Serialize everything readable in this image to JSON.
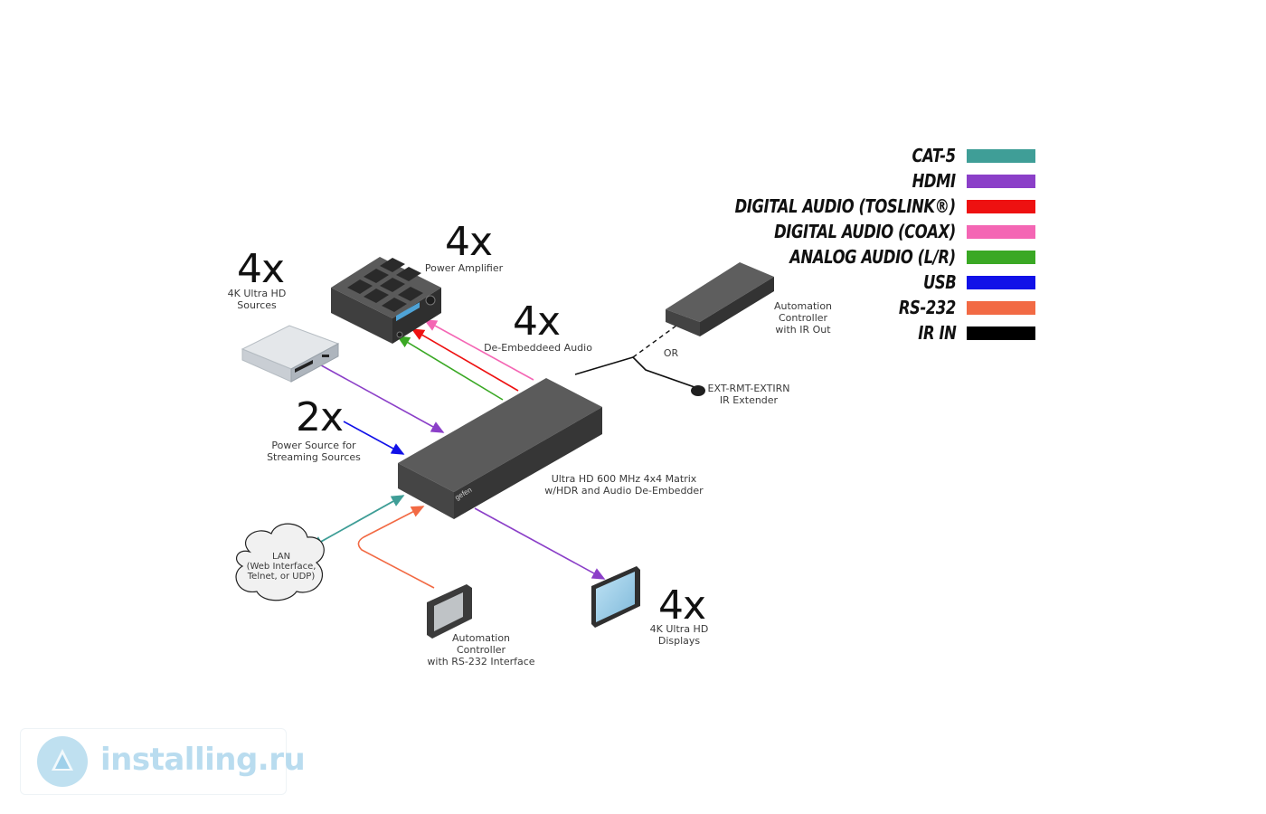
{
  "legend": {
    "items": [
      {
        "label": "CAT-5",
        "color": "#3f9e97"
      },
      {
        "label": "HDMI",
        "color": "#8b3fc8"
      },
      {
        "label": "DIGITAL AUDIO (TOSLINK®)",
        "color": "#ee1111"
      },
      {
        "label": "DIGITAL AUDIO (COAX)",
        "color": "#f466b4"
      },
      {
        "label": "ANALOG AUDIO (L/R)",
        "color": "#3aa824"
      },
      {
        "label": "USB",
        "color": "#1111e8"
      },
      {
        "label": "RS-232",
        "color": "#f26a44"
      },
      {
        "label": "IR IN",
        "color": "#000000"
      }
    ]
  },
  "devices": {
    "sources": {
      "count": "4x",
      "label_line1": "4K Ultra  HD",
      "label_line2": "Sources"
    },
    "amplifier": {
      "count": "4x",
      "label": "Power Amplifier"
    },
    "deembedded": {
      "count": "4x",
      "label": "De-Embeddeed Audio"
    },
    "power_source": {
      "count": "2x",
      "label_line1": "Power Source for",
      "label_line2": "Streaming Sources"
    },
    "automation_ir": {
      "label_line1": "Automation",
      "label_line2": "Controller",
      "label_line3": "with IR Out"
    },
    "or_label": "OR",
    "ir_extender": {
      "label_line1": "EXT-RMT-EXTIRN",
      "label_line2": "IR Extender"
    },
    "matrix": {
      "label_line1": "Ultra HD 600 MHz 4x4 Matrix",
      "label_line2": "w/HDR and Audio De-Embedder",
      "brand": "gefen"
    },
    "lan": {
      "label_line1": "LAN",
      "label_line2": "(Web Interface,",
      "label_line3": "Telnet, or UDP)"
    },
    "automation_rs232": {
      "label_line1": "Automation",
      "label_line2": "Controller",
      "label_line3": "with RS-232 Interface"
    },
    "displays": {
      "count": "4x",
      "label_line1": "4K Ultra HD",
      "label_line2": "Displays"
    }
  },
  "watermark": {
    "text": "installing.ru"
  }
}
